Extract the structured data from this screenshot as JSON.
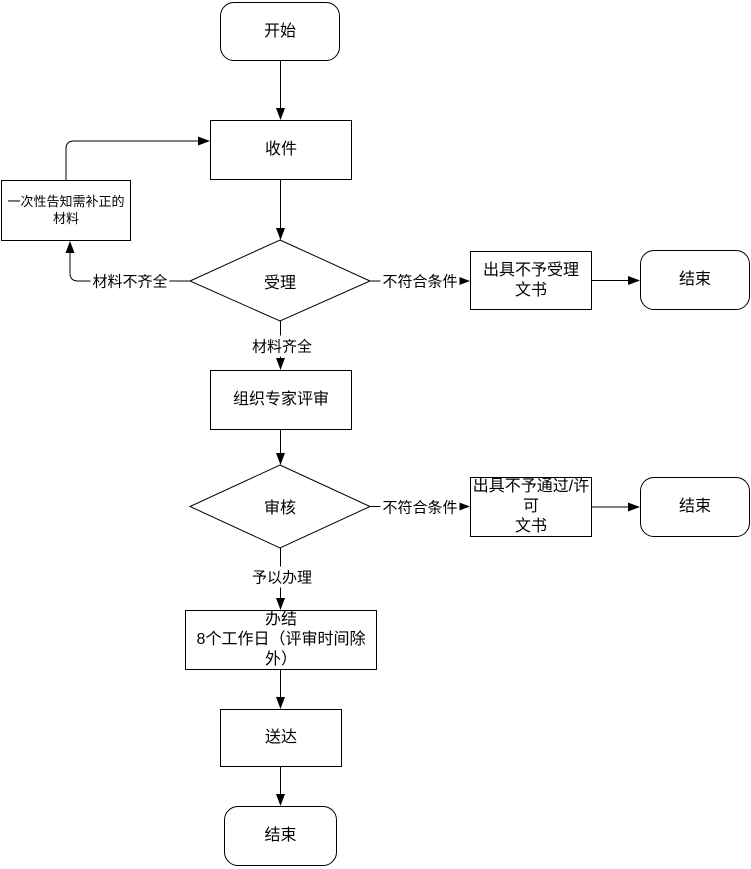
{
  "diagram": {
    "type": "flowchart",
    "colors": {
      "line": "#000000",
      "node_border": "#000000",
      "node_fill": "#ffffff",
      "text": "#000000",
      "background": "#ffffff"
    },
    "nodes": [
      {
        "id": "start",
        "type": "terminator",
        "label": "开始"
      },
      {
        "id": "receive",
        "type": "process",
        "label": "收件"
      },
      {
        "id": "notify",
        "type": "process",
        "label": "一次性告知需补正的\n材料"
      },
      {
        "id": "accept",
        "type": "decision",
        "label": "受理"
      },
      {
        "id": "issue-rejection",
        "type": "process",
        "label": "出具不予受理\n文书"
      },
      {
        "id": "end-1",
        "type": "terminator",
        "label": "结束"
      },
      {
        "id": "expert-review",
        "type": "process",
        "label": "组织专家评审"
      },
      {
        "id": "audit",
        "type": "decision",
        "label": "审核"
      },
      {
        "id": "issue-denial",
        "type": "process",
        "label": "出具不予通过/许可\n文书"
      },
      {
        "id": "end-2",
        "type": "terminator",
        "label": "结束"
      },
      {
        "id": "complete",
        "type": "process",
        "label": "办结\n8个工作日（评审时间除\n外）"
      },
      {
        "id": "deliver",
        "type": "process",
        "label": "送达"
      },
      {
        "id": "end-3",
        "type": "terminator",
        "label": "结束"
      }
    ],
    "edge_labels": [
      {
        "id": "materials-incomplete",
        "label": "材料不齐全"
      },
      {
        "id": "not-qualified-accept",
        "label": "不符合条件"
      },
      {
        "id": "materials-complete",
        "label": "材料齐全"
      },
      {
        "id": "not-qualified-audit",
        "label": "不符合条件"
      },
      {
        "id": "approved",
        "label": "予以办理"
      }
    ]
  }
}
